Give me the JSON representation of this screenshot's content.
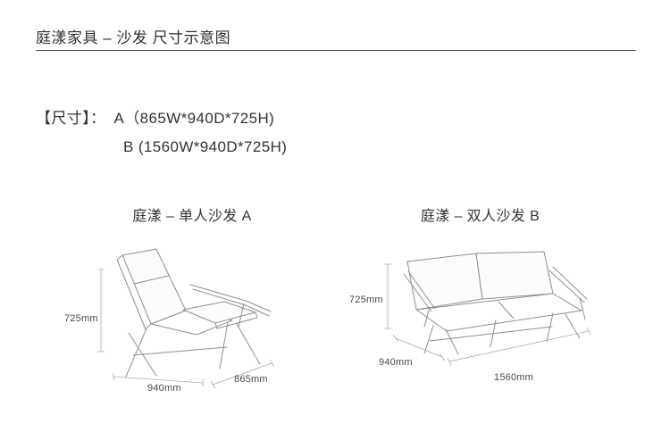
{
  "page": {
    "title": "庭漾家具 – 沙发 尺寸示意图"
  },
  "specs": {
    "label": "【尺寸】：",
    "item_a": "A（865W*940D*725H)",
    "item_b": "B (1560W*940D*725H)"
  },
  "figures": {
    "single": {
      "caption": "庭漾 – 单人沙发 A",
      "dims": {
        "height": "725mm",
        "depth": "940mm",
        "width": "865mm"
      }
    },
    "double": {
      "caption": "庭漾 – 双人沙发 B",
      "dims": {
        "height": "725mm",
        "depth": "940mm",
        "width": "1560mm"
      }
    }
  },
  "colors": {
    "line_art": "#8f8f8f",
    "dimension_line": "#aaaaaa",
    "text": "#333333",
    "divider": "#4d4d4d"
  }
}
